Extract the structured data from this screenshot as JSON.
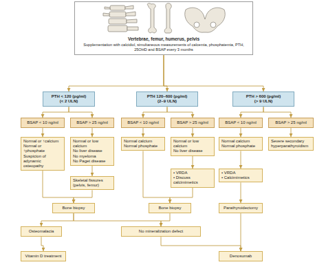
{
  "diagram": {
    "nodes": [
      {
        "text": [
          "Vertebrae, femur, humerus, pelvis",
          "Supplementation with calcidiol, simultaneous measurements of calcemia, phosphatemia, PTH, 25OHD and BSAP every 3 months"
        ]
      },
      {
        "text": [
          "PTH < 120 (pg/ml)",
          "(< 2 ULN)"
        ]
      },
      {
        "text": [
          "PTH 120–600 (pg/ml)",
          "(2–9 ULN)"
        ]
      },
      {
        "text": [
          "PTH > 600 (pg/ml)",
          "(> 9 ULN)"
        ]
      },
      {
        "text": [
          "BSAP < 10 ng/ml"
        ]
      },
      {
        "text": [
          "BSAP > 25 ng/ml"
        ]
      },
      {
        "text": [
          "BSAP < 10 ng/ml"
        ]
      },
      {
        "text": [
          "BSAP > 25 ng/ml"
        ]
      },
      {
        "text": [
          "BSAP < 10 ng/ml"
        ]
      },
      {
        "text": [
          "BSAP > 25 ng/ml"
        ]
      },
      {
        "text": [
          "Normal or ↑calcium",
          "Normal or ↑phosphate",
          "Suspicion of adynamic osteopathy"
        ]
      },
      {
        "text": [
          "Normal or low calcium",
          "No liver disease",
          "No myeloma",
          "No Paget disease"
        ]
      },
      {
        "text": [
          "Normal calcium",
          "Normal phosphate"
        ]
      },
      {
        "text": [
          "Normal or low calcium",
          "No liver disease"
        ]
      },
      {
        "text": [
          "Normal calcium",
          "Normal phosphate"
        ]
      },
      {
        "text": [
          "Severe secondary hyperparathyroidism"
        ]
      },
      {
        "text": [
          "Skeletal fissures (pelvis, femur)"
        ]
      },
      {
        "text": [
          "• VRDA",
          "• Discuss calcimimetics"
        ]
      },
      {
        "text": [
          "• VRDA",
          "• Calcimimetics"
        ]
      },
      {
        "text": [
          "Bone biopsy"
        ]
      },
      {
        "text": [
          "Bone biopsy"
        ]
      },
      {
        "text": [
          "Parathyroidectomy"
        ]
      },
      {
        "text": [
          "Osteomalacia"
        ]
      },
      {
        "text": [
          "No mineralization defect"
        ]
      },
      {
        "text": [
          "Vitamin D treatment"
        ]
      },
      {
        "text": [
          "Denosumab"
        ]
      }
    ],
    "edges": [
      {
        "from": 0,
        "to": 1,
        "arrow": "to"
      },
      {
        "from": 0,
        "to": 2,
        "arrow": "to"
      },
      {
        "from": 0,
        "to": 3,
        "arrow": "to"
      },
      {
        "from": 1,
        "to": 4,
        "arrow": "to"
      },
      {
        "from": 1,
        "to": 5,
        "arrow": "to"
      },
      {
        "from": 2,
        "to": 6,
        "arrow": "to"
      },
      {
        "from": 2,
        "to": 7,
        "arrow": "to"
      },
      {
        "from": 3,
        "to": 8,
        "arrow": "to"
      },
      {
        "from": 3,
        "to": 9,
        "arrow": "to"
      },
      {
        "from": 4,
        "to": 10,
        "arrow": "to"
      },
      {
        "from": 5,
        "to": 11,
        "arrow": "to"
      },
      {
        "from": 6,
        "to": 12,
        "arrow": "to"
      },
      {
        "from": 7,
        "to": 13,
        "arrow": "to"
      },
      {
        "from": 8,
        "to": 14,
        "arrow": "to"
      },
      {
        "from": 9,
        "to": 15,
        "arrow": "to"
      },
      {
        "from": 11,
        "to": 16,
        "arrow": "to"
      },
      {
        "from": 13,
        "to": 17,
        "arrow": "to"
      },
      {
        "from": 14,
        "to": 18,
        "arrow": "to"
      },
      {
        "from": 10,
        "to": 19,
        "arrow": "to"
      },
      {
        "from": 16,
        "to": 19,
        "arrow": "to"
      },
      {
        "from": 12,
        "to": 20,
        "arrow": "to"
      },
      {
        "from": 17,
        "to": 20,
        "arrow": "to"
      },
      {
        "from": 18,
        "to": 21,
        "arrow": "to"
      },
      {
        "from": 19,
        "to": 22,
        "arrow": "to"
      },
      {
        "from": 19,
        "to": 23,
        "arrow": "to"
      },
      {
        "from": 20,
        "to": 23,
        "arrow": "to"
      },
      {
        "from": 22,
        "to": 24,
        "arrow": "to"
      },
      {
        "from": 23,
        "to": 25,
        "arrow": "to"
      },
      {
        "from": 21,
        "to": 25,
        "arrow": "to"
      }
    ]
  }
}
